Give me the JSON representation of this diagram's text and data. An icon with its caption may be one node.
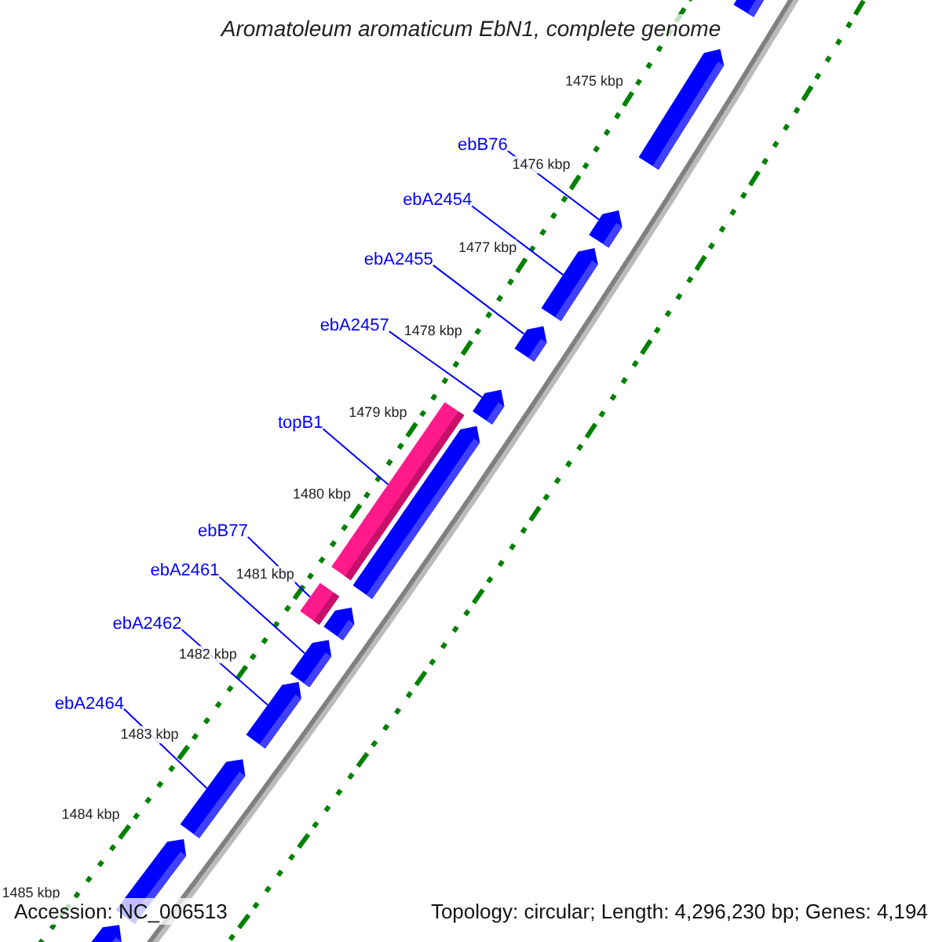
{
  "diagram": {
    "title": "Aromatoleum aromaticum EbN1, complete genome",
    "nodes": [
      {
        "text": [
          "ebB76"
        ]
      },
      {
        "text": [
          "ebA2454"
        ]
      },
      {
        "text": [
          "ebA2455"
        ]
      },
      {
        "text": [
          "ebA2457"
        ]
      },
      {
        "text": [
          "topB1"
        ]
      },
      {
        "text": [
          "ebB77"
        ]
      },
      {
        "text": [
          "ebA2461"
        ]
      },
      {
        "text": [
          "ebA2462"
        ]
      },
      {
        "text": [
          "ebA2464"
        ]
      },
      {
        "text": [],
        "shape": "arrow"
      },
      {
        "text": [],
        "shape": "arrow"
      },
      {
        "text": [],
        "shape": "arrow"
      },
      {
        "text": [],
        "shape": "arrow"
      },
      {
        "text": [],
        "shape": "arrow"
      },
      {
        "text": [],
        "shape": "arrow"
      },
      {
        "text": [],
        "shape": "bar"
      },
      {
        "text": [],
        "shape": "arrow"
      },
      {
        "text": [],
        "shape": "bar"
      },
      {
        "text": [],
        "shape": "arrow"
      },
      {
        "text": [],
        "shape": "arrow"
      },
      {
        "text": [],
        "shape": "arrow"
      },
      {
        "text": [],
        "shape": "arrow"
      },
      {
        "text": [],
        "shape": "arrow"
      },
      {
        "text": [],
        "shape": "arrow"
      }
    ],
    "edges": [
      {
        "from": 0,
        "to": 11,
        "arrow": "none"
      },
      {
        "from": 1,
        "to": 12,
        "arrow": "none"
      },
      {
        "from": 2,
        "to": 13,
        "arrow": "none"
      },
      {
        "from": 3,
        "to": 14,
        "arrow": "none"
      },
      {
        "from": 4,
        "to": 15,
        "arrow": "none"
      },
      {
        "from": 5,
        "to": 17,
        "arrow": "none"
      },
      {
        "from": 6,
        "to": 19,
        "arrow": "none"
      },
      {
        "from": 7,
        "to": 20,
        "arrow": "none"
      },
      {
        "from": 8,
        "to": 21,
        "arrow": "none"
      }
    ],
    "labels": [
      "1475 kbp",
      "1476 kbp",
      "1477 kbp",
      "1478 kbp",
      "1479 kbp",
      "1480 kbp",
      "1481 kbp",
      "1482 kbp",
      "1483 kbp",
      "1484 kbp",
      "1485 kbp",
      "Accession: NC_006513",
      "Topology: circular; Length: 4,296,230 bp; Genes: 4,194"
    ]
  }
}
